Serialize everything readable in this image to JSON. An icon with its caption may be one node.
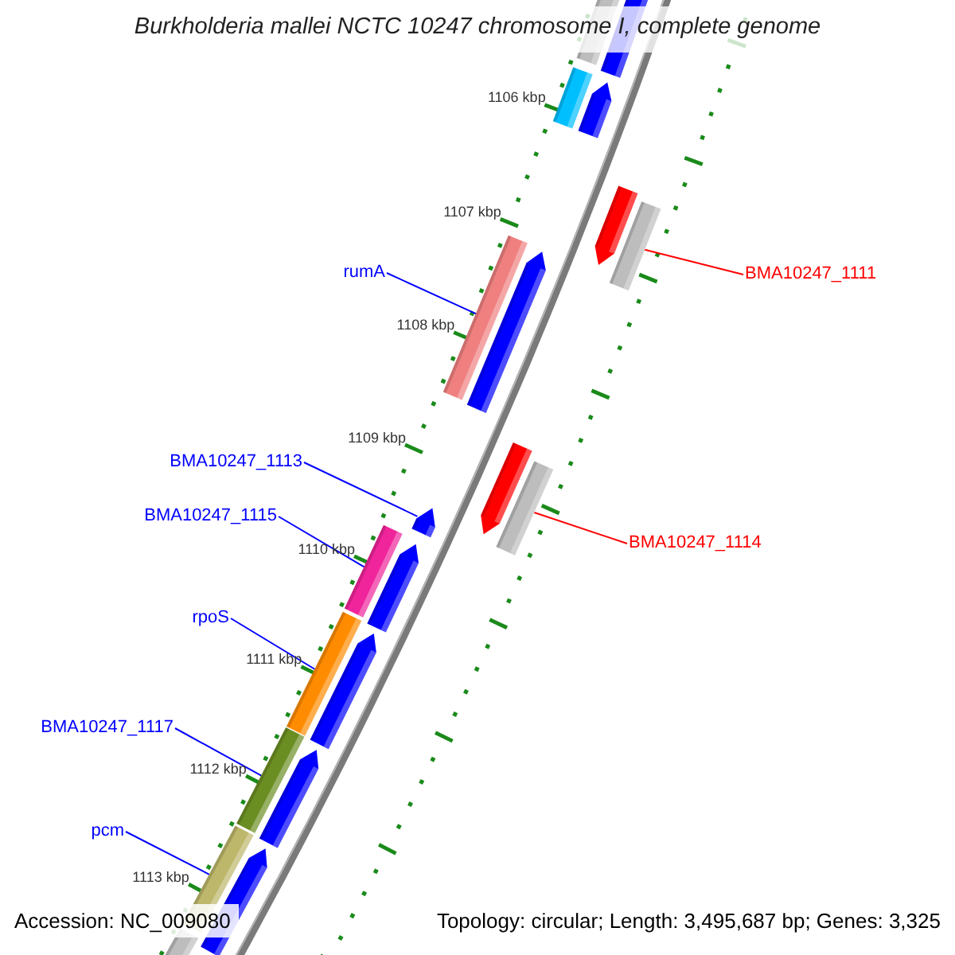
{
  "diagram": {
    "title": "Burkholderia mallei NCTC 10247 chromosome I, complete genome",
    "nodes": [
      {
        "text": [
          "rumA"
        ]
      },
      {
        "text": [
          "BMA10247_1111"
        ]
      },
      {
        "text": [
          "BMA10247_1113"
        ]
      },
      {
        "text": [
          "BMA10247_1115"
        ]
      },
      {
        "text": [
          "BMA10247_1114"
        ]
      },
      {
        "text": [
          "rpoS"
        ]
      },
      {
        "text": [
          "BMA10247_1117"
        ]
      },
      {
        "text": [
          "pcm"
        ]
      },
      {
        "text": [],
        "shape": "bar"
      },
      {
        "text": [],
        "shape": "bar"
      },
      {
        "text": [],
        "shape": "bar"
      },
      {
        "text": [],
        "shape": "bar"
      },
      {
        "text": [],
        "shape": "bar"
      },
      {
        "text": [],
        "shape": "bar"
      },
      {
        "text": [],
        "shape": "bar"
      },
      {
        "text": [],
        "shape": "bar"
      }
    ],
    "edges": [
      {
        "from": 0,
        "to": 9,
        "arrow": "none"
      },
      {
        "from": 1,
        "to": 8,
        "arrow": "none",
        "color": "#ff0000"
      },
      {
        "from": 2,
        "to": 11,
        "arrow": "none"
      },
      {
        "from": 3,
        "to": 12,
        "arrow": "none"
      },
      {
        "from": 4,
        "to": 10,
        "arrow": "none",
        "color": "#ff0000"
      },
      {
        "from": 5,
        "to": 13,
        "arrow": "none"
      },
      {
        "from": 6,
        "to": 14,
        "arrow": "none"
      },
      {
        "from": 7,
        "to": 15,
        "arrow": "none"
      }
    ],
    "labels": [
      "1106 kbp",
      "1107 kbp",
      "1108 kbp",
      "1109 kbp",
      "1110 kbp",
      "1111 kbp",
      "1112 kbp",
      "1113 kbp",
      "Accession: NC_009080",
      "Topology: circular; Length: 3,495,687 bp; Genes: 3,325"
    ]
  }
}
